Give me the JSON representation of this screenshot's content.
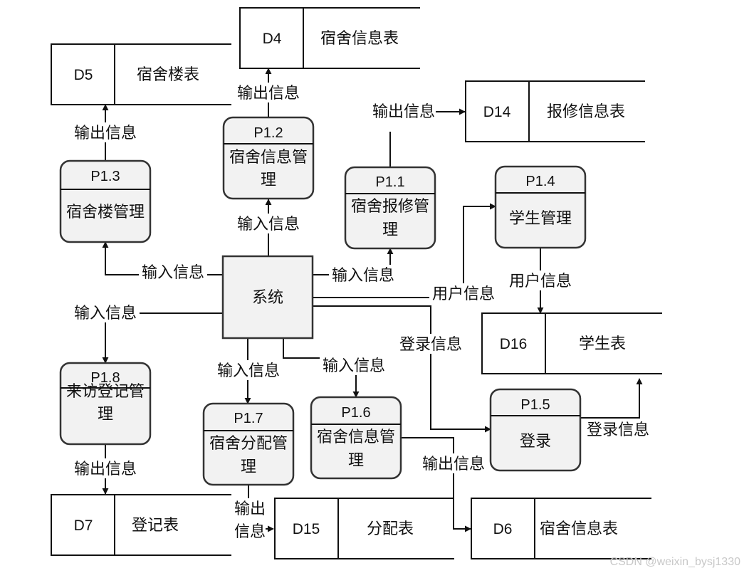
{
  "center": {
    "id": "system",
    "label": "系统"
  },
  "processes": [
    {
      "id": "p12",
      "code": "P1.2",
      "name": [
        "宿舍信息管",
        "理"
      ]
    },
    {
      "id": "p13",
      "code": "P1.3",
      "name": [
        "宿舍楼管理"
      ]
    },
    {
      "id": "p11",
      "code": "P1.1",
      "name": [
        "宿舍报修管",
        "理"
      ]
    },
    {
      "id": "p14",
      "code": "P1.4",
      "name": [
        "学生管理"
      ]
    },
    {
      "id": "p18",
      "code": "P1.8",
      "name": [
        "来访登记管",
        "理"
      ]
    },
    {
      "id": "p17",
      "code": "P1.7",
      "name": [
        "宿舍分配管",
        "理"
      ]
    },
    {
      "id": "p16",
      "code": "P1.6",
      "name": [
        "宿舍信息管",
        "理"
      ]
    },
    {
      "id": "p15",
      "code": "P1.5",
      "name": [
        "登录"
      ]
    }
  ],
  "stores": [
    {
      "id": "d4",
      "code": "D4",
      "name": "宿舍信息表"
    },
    {
      "id": "d5",
      "code": "D5",
      "name": "宿舍楼表"
    },
    {
      "id": "d14",
      "code": "D14",
      "name": "报修信息表"
    },
    {
      "id": "d16",
      "code": "D16",
      "name": "学生表"
    },
    {
      "id": "d7",
      "code": "D7",
      "name": "登记表"
    },
    {
      "id": "d15",
      "code": "D15",
      "name": "分配表"
    },
    {
      "id": "d6",
      "code": "D6",
      "name": "宿舍信息表"
    }
  ],
  "flow_labels": [
    {
      "id": "f-p12-d4",
      "text": [
        "输出信息"
      ]
    },
    {
      "id": "f-p13-d5",
      "text": [
        "输出信息"
      ]
    },
    {
      "id": "f-p11-d14",
      "text": [
        "输出信息"
      ]
    },
    {
      "id": "f-sys-p12",
      "text": [
        "输入信息"
      ]
    },
    {
      "id": "f-sys-p13",
      "text": [
        "输入信息"
      ]
    },
    {
      "id": "f-sys-p11",
      "text": [
        "输入信息"
      ]
    },
    {
      "id": "f-sys-p14",
      "text": [
        "用户信息"
      ]
    },
    {
      "id": "f-p14-d16",
      "text": [
        "用户信息"
      ]
    },
    {
      "id": "f-sys-p18",
      "text": [
        "输入信息"
      ]
    },
    {
      "id": "f-sys-p15",
      "text": [
        "登录信息"
      ]
    },
    {
      "id": "f-sys-p16",
      "text": [
        "输入信息"
      ]
    },
    {
      "id": "f-sys-p17",
      "text": [
        "输入信息"
      ]
    },
    {
      "id": "f-p15-d16",
      "text": [
        "登录信息"
      ]
    },
    {
      "id": "f-p16-d6",
      "text": [
        "输出信息"
      ]
    },
    {
      "id": "f-p18-d7",
      "text": [
        "输出信息"
      ]
    },
    {
      "id": "f-p17-d15",
      "text": [
        "输出",
        "信息"
      ]
    }
  ],
  "watermark": "CSDN @weixin_bysj1330"
}
